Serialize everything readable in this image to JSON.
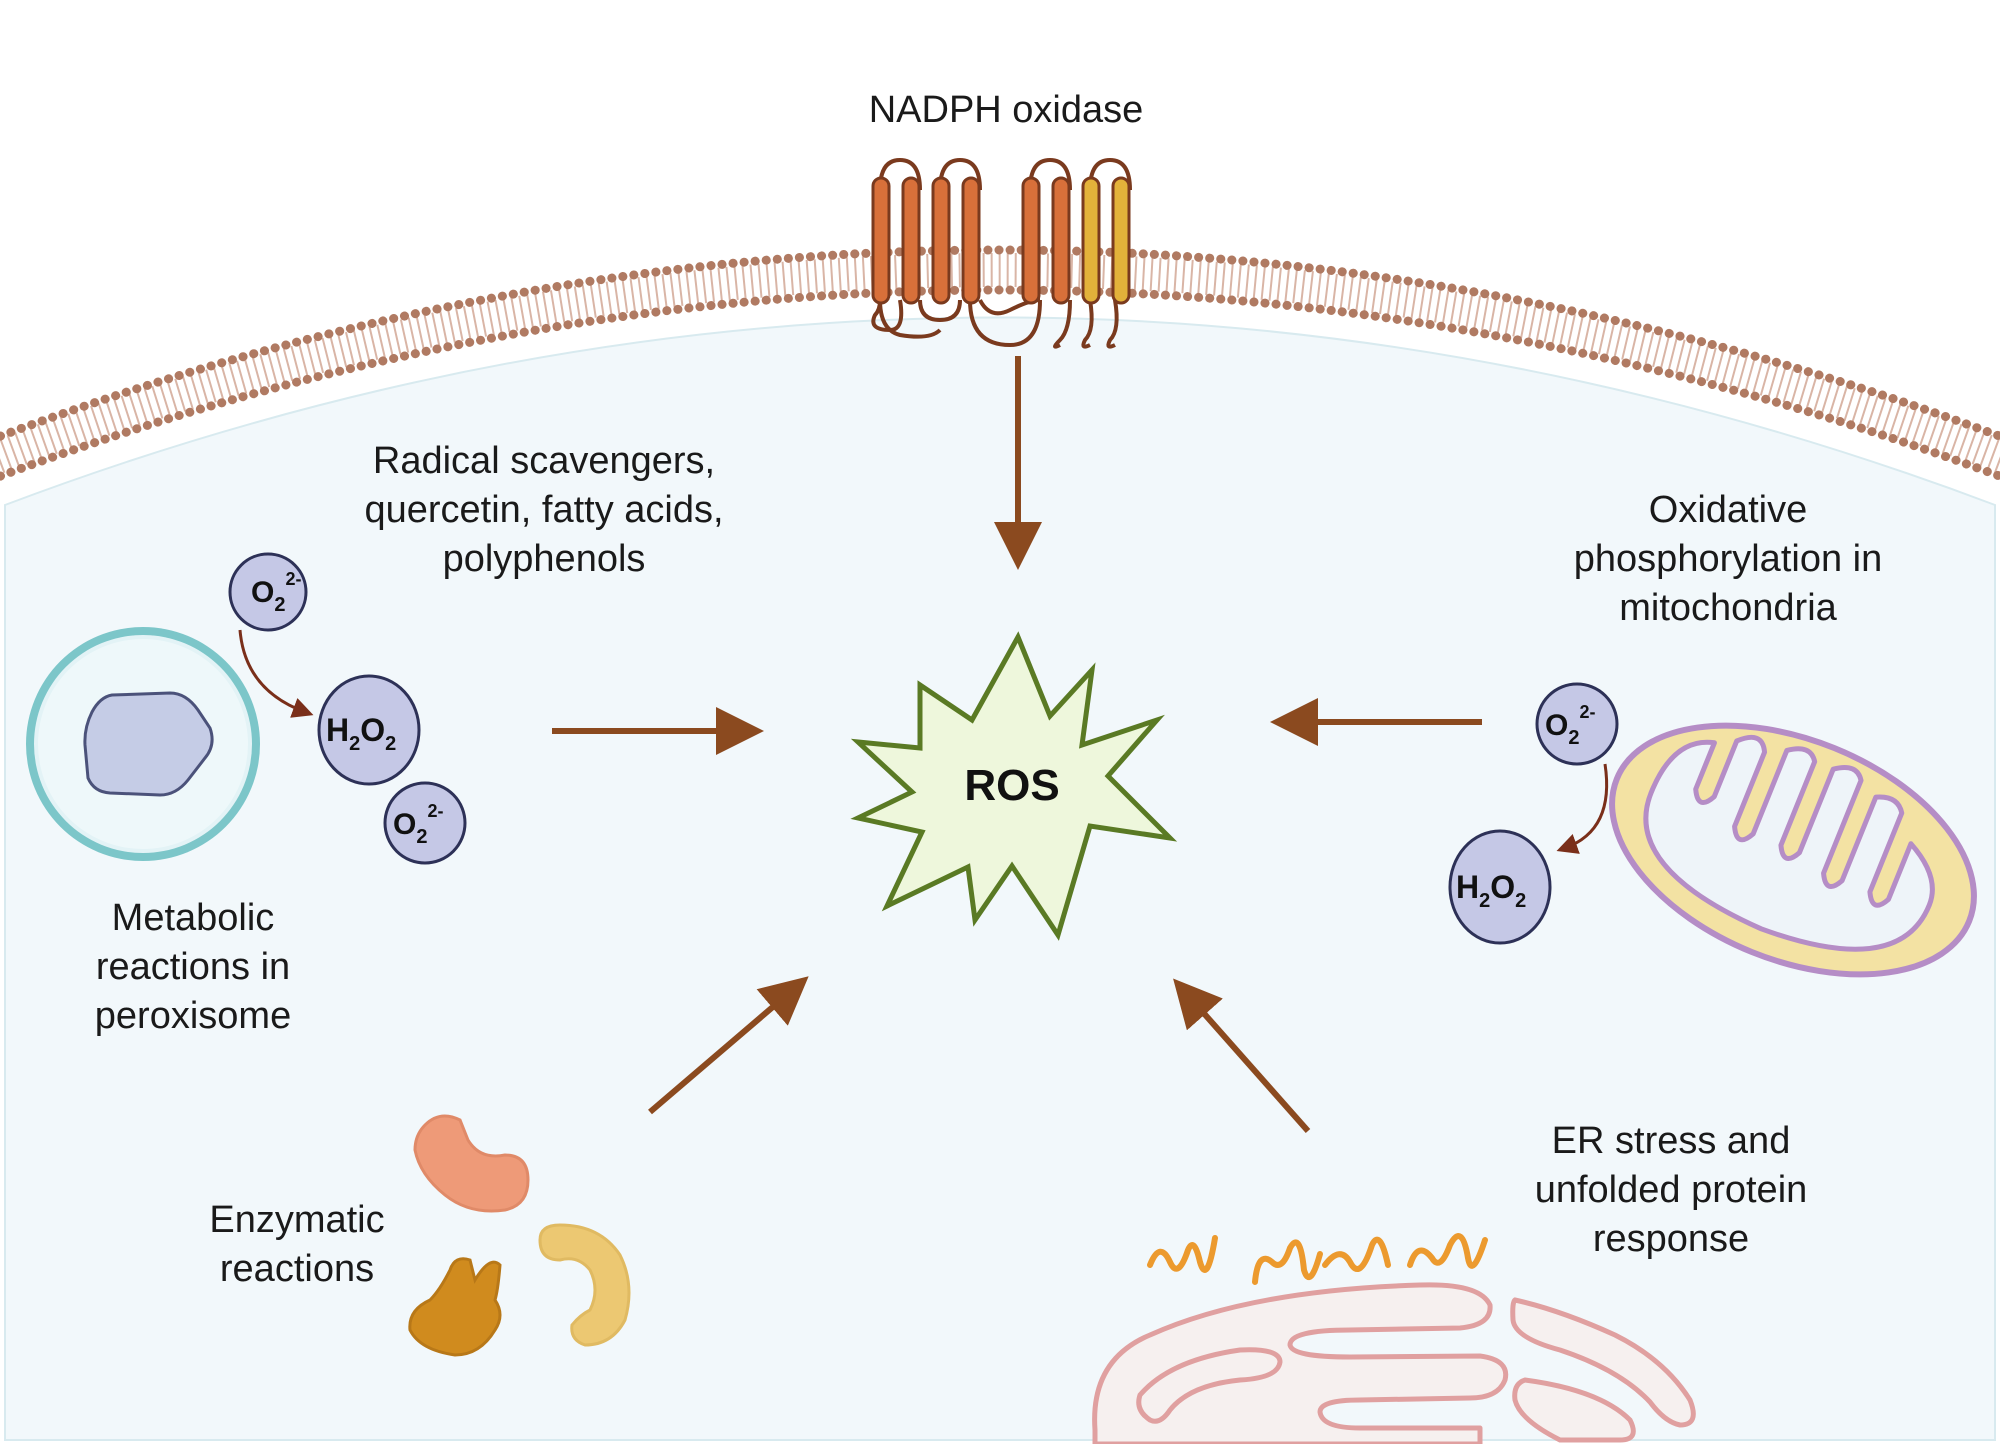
{
  "labels": {
    "nadph": "NADPH oxidase",
    "scavengers": [
      "Radical scavengers,",
      "quercetin, fatty acids,",
      "polyphenols"
    ],
    "peroxisome": [
      "Metabolic",
      "reactions in",
      "peroxisome"
    ],
    "mito": [
      "Oxidative",
      "phosphorylation in",
      "mitochondria"
    ],
    "enzymatic": [
      "Enzymatic",
      "reactions"
    ],
    "er": [
      "ER stress and",
      "unfolded protein",
      "response"
    ],
    "ros": "ROS"
  },
  "molecules": {
    "o2_base": "O",
    "o2_sub": "2",
    "o2_sup": "2-",
    "h": "H",
    "h_sub": "2",
    "o": "O",
    "o_sub": "2"
  },
  "colors": {
    "arrow": "#8b4a1f",
    "membrane_head": "#b07a62",
    "membrane_tail": "#d9b5a6",
    "cytoplasm": "#f2f8fb",
    "ros_fill": "#eef7dc",
    "ros_stroke": "#5a7a24",
    "molecule_fill": "#c5c8e6",
    "molecule_stroke": "#2d3157",
    "peroxisome": "#7cc6c9",
    "mito_outer": "#b58dc6",
    "mito_fill": "#f3e2a3",
    "er": "#e0a0a0",
    "nadph_orange": "#d8703a",
    "nadph_yellow": "#e3b23a"
  }
}
